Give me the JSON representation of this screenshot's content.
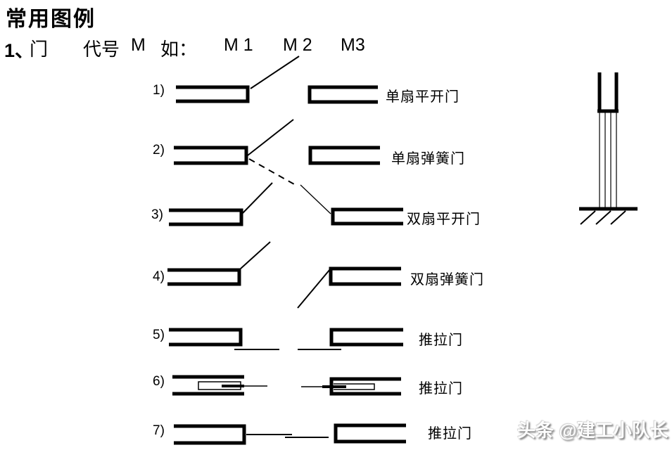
{
  "header": {
    "title": "常用图例"
  },
  "subtitle": {
    "number": "1、",
    "name": "门",
    "code_label": "代号",
    "code": "M",
    "such_as": "如：",
    "examples": {
      "m1": "M 1",
      "m2": "M 2",
      "m3": "M3"
    }
  },
  "rows": [
    {
      "num": "1)",
      "label": "单扇平开门"
    },
    {
      "num": "2)",
      "label": "单扇弹簧门"
    },
    {
      "num": "3)",
      "label": "双扇平开门"
    },
    {
      "num": "4)",
      "label": "双扇弹簧门"
    },
    {
      "num": "5)",
      "label": "推拉门"
    },
    {
      "num": "6)",
      "label": "推拉门"
    },
    {
      "num": "7)",
      "label": "推拉门"
    }
  ],
  "watermark": {
    "text": "头条 @建工小队长"
  },
  "colors": {
    "ink": "#000000",
    "background": "#ffffff",
    "watermark_shadow": "#7c7c7c"
  }
}
